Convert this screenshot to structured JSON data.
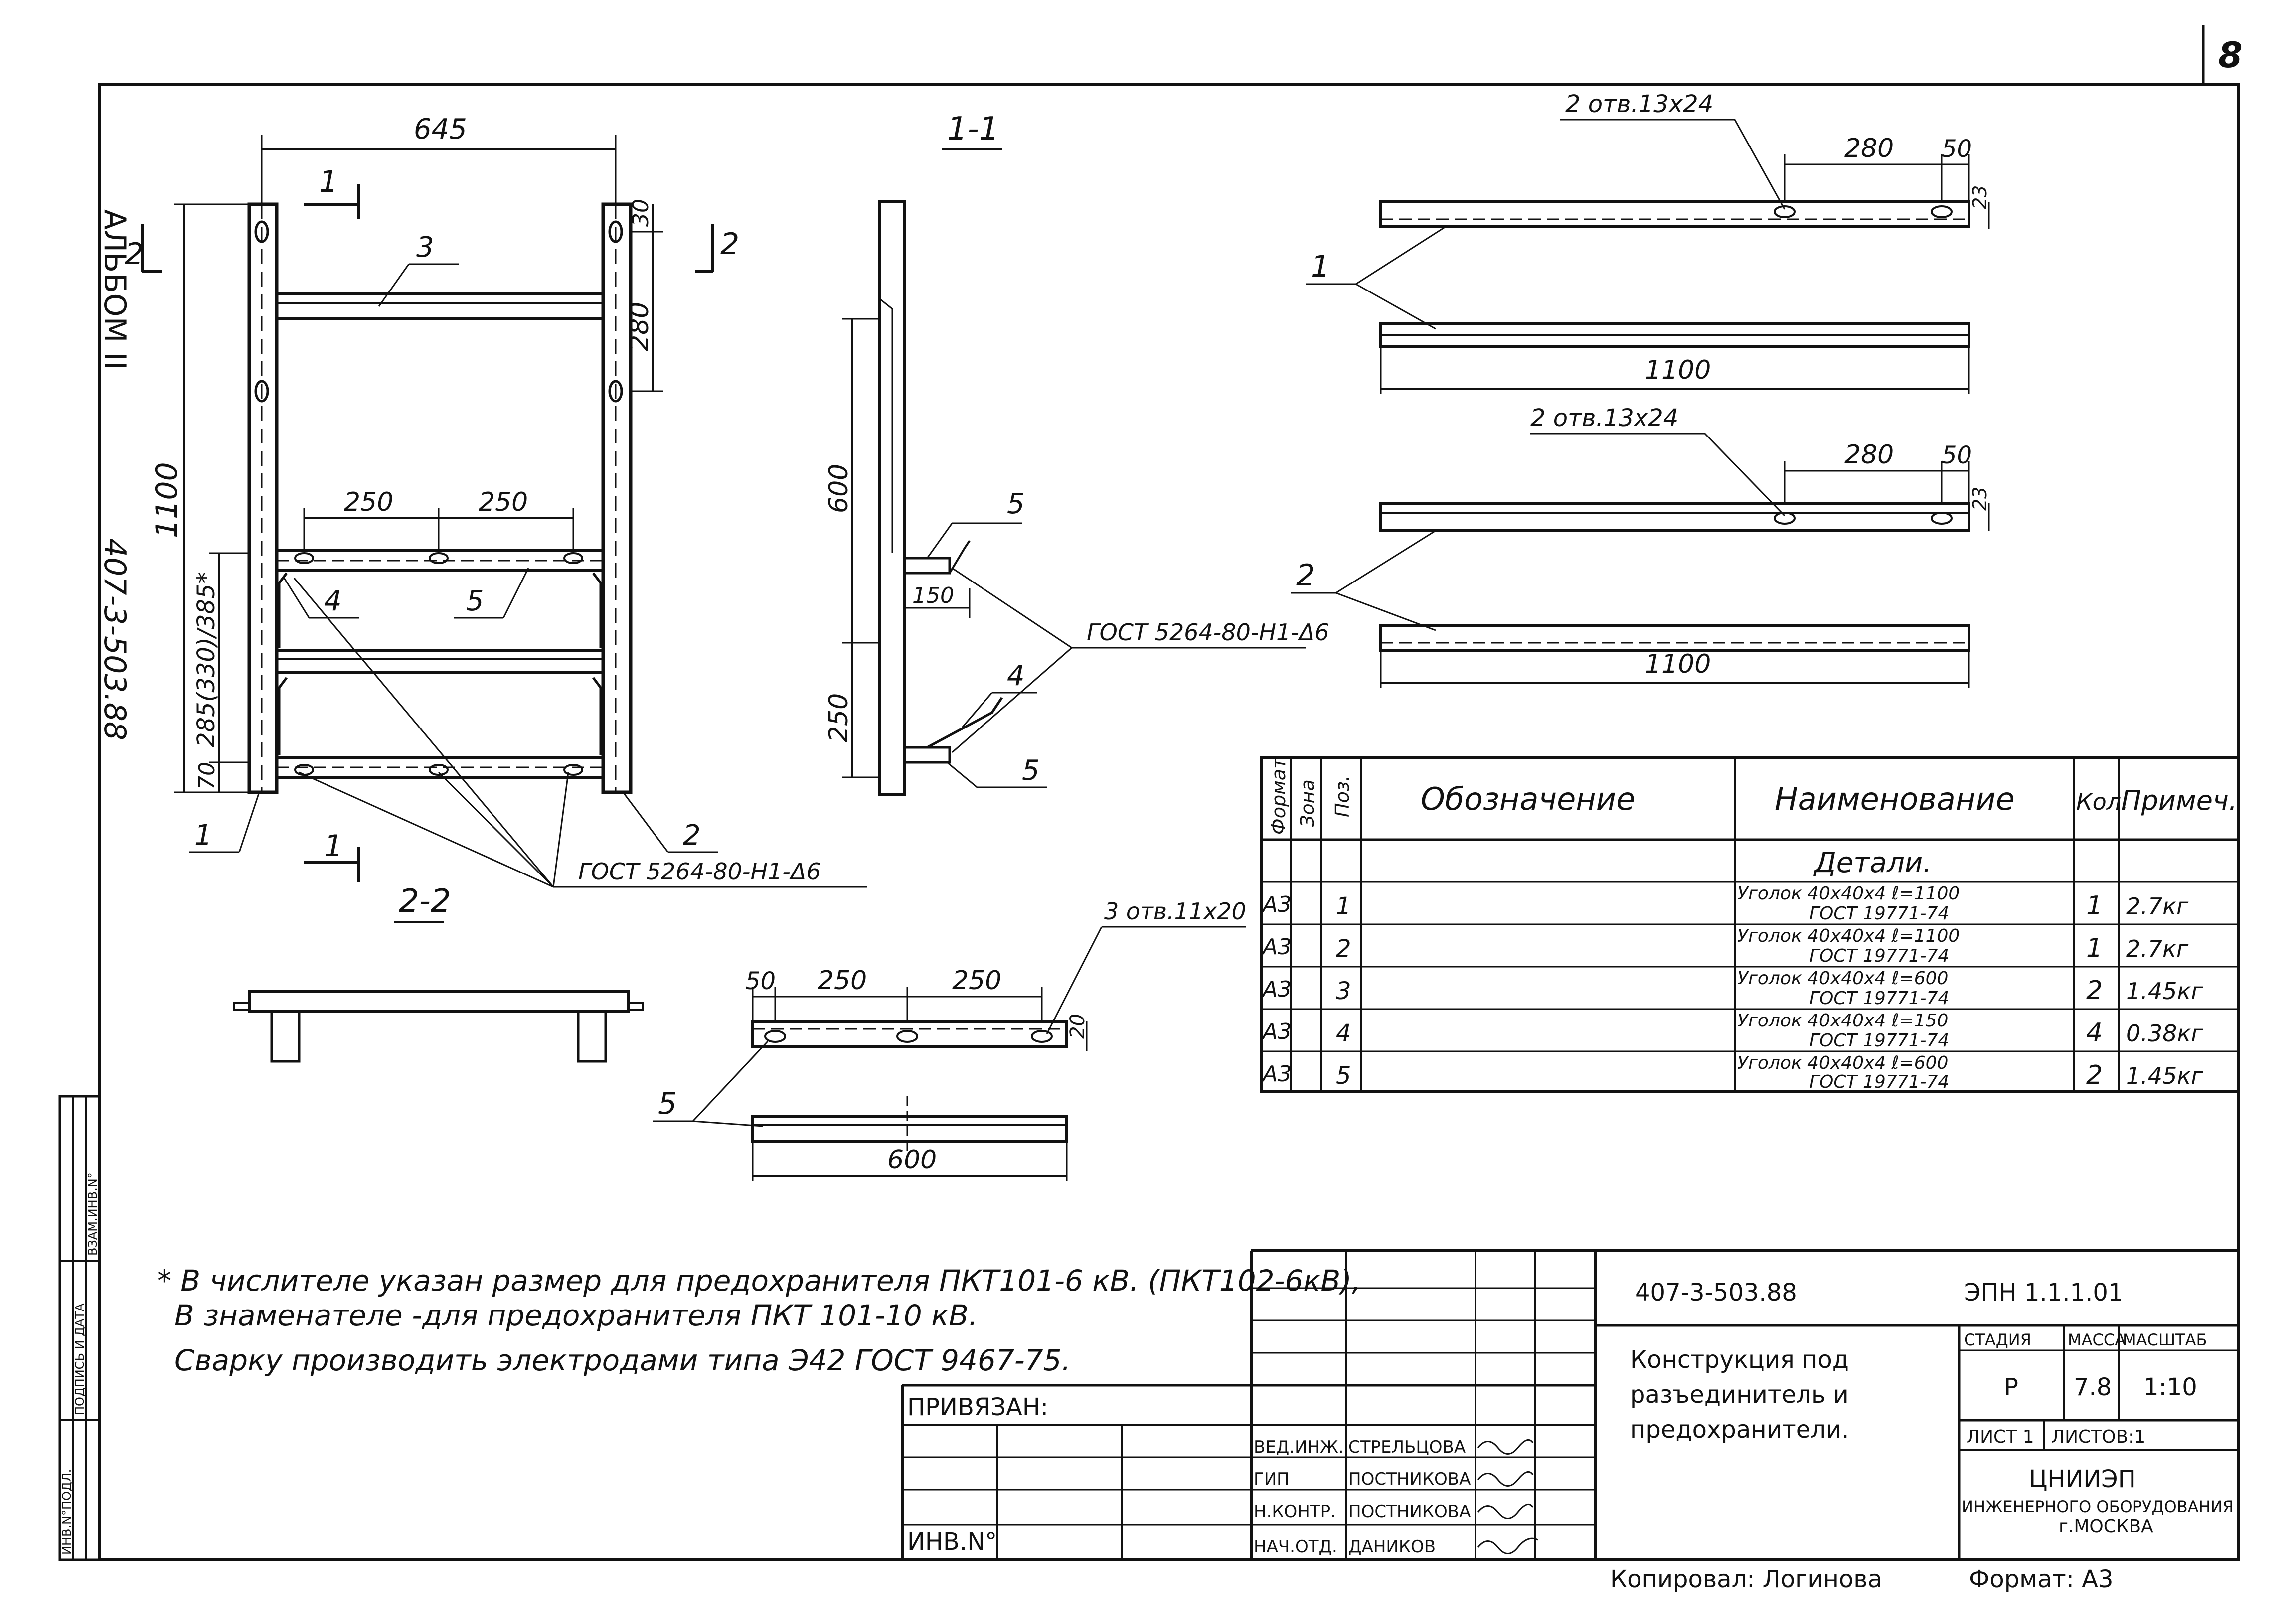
{
  "page_number": "8",
  "side": {
    "album": "АЛЬБОМ II",
    "code": "407-3-503.88",
    "stamp_col1": "ИНВ.N°ПОДЛ.",
    "stamp_col2": "ПОДПИСЬ И ДАТА",
    "stamp_col3": "ВЗАМ.ИНВ.N°"
  },
  "frame_view": {
    "dim_width": "645",
    "dim_height": "1100",
    "dim_30": "30",
    "dim_280": "280",
    "dim_250a": "250",
    "dim_250b": "250",
    "dim_stack": "285(330)/385*",
    "dim_70": "70",
    "cut_1": "1",
    "cut_2": "2",
    "pos_1": "1",
    "pos_2": "2",
    "pos_3": "3",
    "pos_4": "4",
    "pos_5": "5",
    "weld_note": "ГОСТ 5264-80-Н1-Δ6"
  },
  "section_11": {
    "title": "1-1",
    "dim_600": "600",
    "dim_250": "250",
    "dim_150": "150",
    "pos_5a": "5",
    "pos_4": "4",
    "pos_5b": "5",
    "weld_note": "ГОСТ 5264-80-Н1-Δ6"
  },
  "section_22": {
    "title": "2-2"
  },
  "part_details": {
    "holes_1": "2 отв.13х24",
    "holes_2": "2 отв.13х24",
    "holes_5": "3 отв.11х20",
    "dim_280_1": "280",
    "dim_50_1": "50",
    "dim_23_1": "23",
    "dim_1100_1": "1100",
    "dim_280_2": "280",
    "dim_50_2": "50",
    "dim_23_2": "23",
    "dim_1100_2": "1100",
    "pos_1": "1",
    "pos_2": "2",
    "pos_5": "5",
    "dim_50_5": "50",
    "dim_250a_5": "250",
    "dim_250b_5": "250",
    "dim_20_5": "20",
    "dim_600_5": "600"
  },
  "spec_table": {
    "headers": [
      "Формат",
      "Зона",
      "Поз.",
      "Обозначение",
      "Наименование",
      "Кол.",
      "Примеч."
    ],
    "section": "Детали.",
    "rows": [
      {
        "format": "А3",
        "pos": "1",
        "name1": "Уголок 40х40х4 ℓ=1100",
        "name2": "ГОСТ 19771-74",
        "qty": "1",
        "note": "2.7кг"
      },
      {
        "format": "А3",
        "pos": "2",
        "name1": "Уголок 40х40х4 ℓ=1100",
        "name2": "ГОСТ 19771-74",
        "qty": "1",
        "note": "2.7кг"
      },
      {
        "format": "А3",
        "pos": "3",
        "name1": "Уголок 40х40х4 ℓ=600",
        "name2": "ГОСТ 19771-74",
        "qty": "2",
        "note": "1.45кг"
      },
      {
        "format": "А3",
        "pos": "4",
        "name1": "Уголок 40х40х4 ℓ=150",
        "name2": "ГОСТ 19771-74",
        "qty": "4",
        "note": "0.38кг"
      },
      {
        "format": "А3",
        "pos": "5",
        "name1": "Уголок 40х40х4 ℓ=600",
        "name2": "ГОСТ 19771-74",
        "qty": "2",
        "note": "1.45кг"
      }
    ]
  },
  "notes": {
    "line1": "* В числителе указан размер для предохранителя ПКТ101-6 кВ. (ПКТ102-6кВ),",
    "line2": "В знаменателе -для предохранителя ПКТ 101-10 кВ.",
    "line3": "Сварку производить электродами типа Э42 ГОСТ 9467-75."
  },
  "title_block": {
    "doc_code": "407-3-503.88",
    "sheet_code": "ЭПН 1.1.1.01",
    "title1": "Конструкция под",
    "title2": "разъединитель и",
    "title3": "предохранители.",
    "stage_label": "СТАДИЯ",
    "mass_label": "МАССА",
    "scale_label": "МАСШТАБ",
    "stage": "Р",
    "mass": "7.8",
    "scale": "1:10",
    "sheet": "ЛИСТ 1",
    "sheets": "ЛИСТОВ:1",
    "org1": "ЦНИИЭП",
    "org2": "ИНЖЕНЕРНОГО ОБОРУДОВАНИЯ",
    "org3": "г.МОСКВА",
    "bound": "ПРИВЯЗАН:",
    "inv_no": "ИНВ.N°",
    "roles": [
      {
        "role": "ВЕД.ИНЖ.",
        "name": "СТРЕЛЬЦОВА"
      },
      {
        "role": "ГИП",
        "name": "ПОСТНИКОВА"
      },
      {
        "role": "Н.КОНТР.",
        "name": "ПОСТНИКОВА"
      },
      {
        "role": "НАЧ.ОТД.",
        "name": "ДАНИКОВ"
      }
    ],
    "copied": "Копировал: Логинова",
    "format": "Формат: А3"
  }
}
